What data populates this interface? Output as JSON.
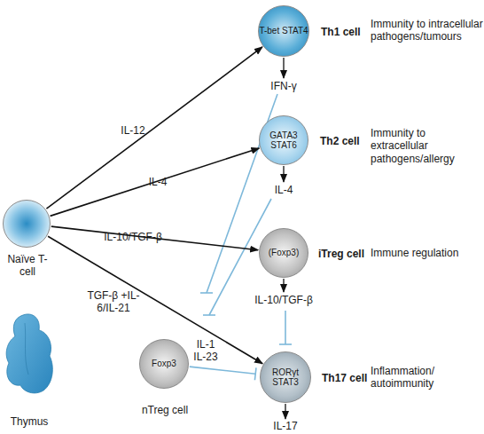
{
  "diagram": {
    "nodes": [
      {
        "text": [
          "T-bet STAT4",
          "Th1 cell"
        ]
      },
      {
        "text": [
          "GATA3 STAT6",
          "Th2 cell"
        ]
      },
      {
        "text": [
          "Naïve T-cell"
        ]
      },
      {
        "text": [
          "(Foxp3)",
          "iTreg cell"
        ]
      },
      {
        "text": [
          "Thymus"
        ]
      },
      {
        "text": [
          "Foxp3",
          "nTreg cell"
        ]
      },
      {
        "text": [
          "RORγt STAT3",
          "Th17 cell"
        ]
      }
    ],
    "edges": [
      {
        "from": 2,
        "to": 0,
        "arrow": "to",
        "label": "IL-12"
      },
      {
        "from": 2,
        "to": 1,
        "arrow": "to",
        "label": "IL-4"
      },
      {
        "from": 2,
        "to": 3,
        "arrow": "to",
        "label": "IL-10/TGF-β"
      },
      {
        "from": 2,
        "to": 6,
        "arrow": "to",
        "label": "TGF-β +IL-6/IL-21"
      },
      {
        "from": 5,
        "to": 6,
        "arrow": "to"
      }
    ],
    "labels": [
      "Immunity to intracellular pathogens/tumours",
      "IFN-γ",
      "Immunity to extracellular pathogens/allergy",
      "IL-4",
      "Immune regulation",
      "IL-10/TGF-β",
      "IL-1 IL-23",
      "Inflammation/ autoimmunity",
      "IL-17"
    ]
  }
}
